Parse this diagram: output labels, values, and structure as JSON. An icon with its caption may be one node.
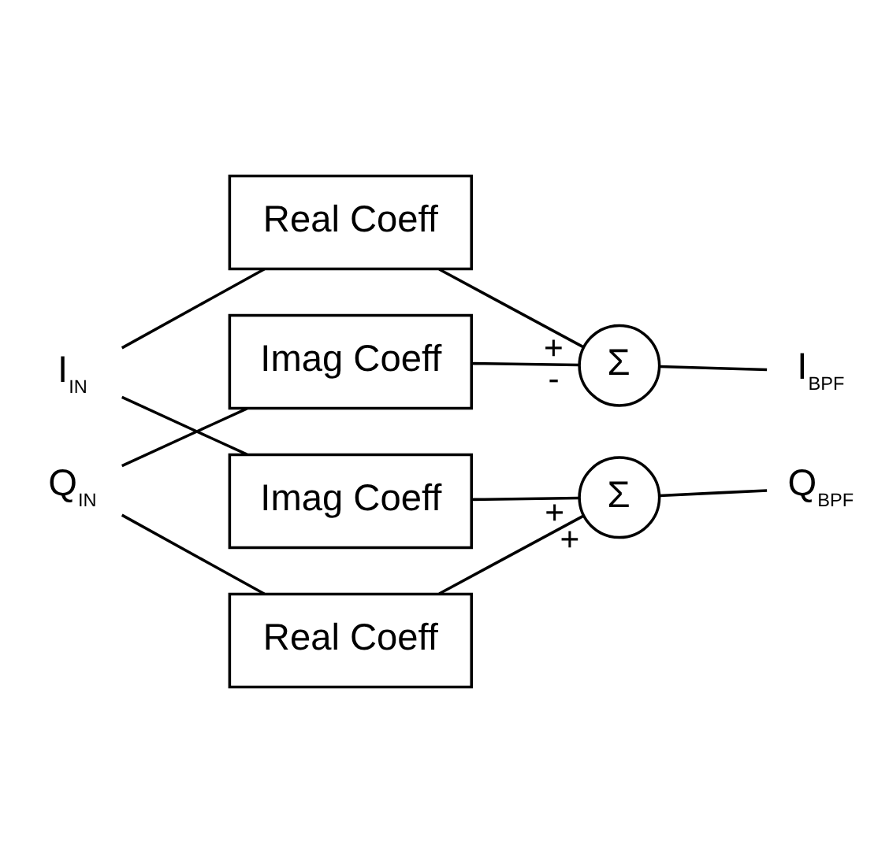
{
  "diagram": {
    "nodes": [
      {
        "text": [
          "I$_{IN}$"
        ]
      },
      {
        "text": [
          "Q$_{IN}$"
        ]
      },
      {
        "text": [
          "Real Coeff"
        ]
      },
      {
        "text": [
          "Imag Coeff"
        ]
      },
      {
        "text": [
          "Imag Coeff"
        ]
      },
      {
        "text": [
          "Real Coeff"
        ]
      },
      {
        "text": [
          "Σ"
        ]
      },
      {
        "text": [
          "Σ"
        ]
      },
      {
        "text": [
          "I$_{BPF}$"
        ]
      },
      {
        "text": [
          "Q$_{BPF}$"
        ]
      }
    ],
    "edges": [
      {
        "from": 0,
        "to": 2,
        "arrow": "none"
      },
      {
        "from": 0,
        "to": 4,
        "arrow": "none"
      },
      {
        "from": 1,
        "to": 3,
        "arrow": "none"
      },
      {
        "from": 1,
        "to": 5,
        "arrow": "none"
      },
      {
        "from": 2,
        "to": 6,
        "arrow": "none",
        "label": "+"
      },
      {
        "from": 3,
        "to": 6,
        "arrow": "none",
        "label": "-"
      },
      {
        "from": 4,
        "to": 7,
        "arrow": "none",
        "label": "+"
      },
      {
        "from": 5,
        "to": 7,
        "arrow": "none",
        "label": "+"
      },
      {
        "from": 6,
        "to": 8,
        "arrow": "none"
      },
      {
        "from": 7,
        "to": 9,
        "arrow": "none"
      }
    ]
  }
}
